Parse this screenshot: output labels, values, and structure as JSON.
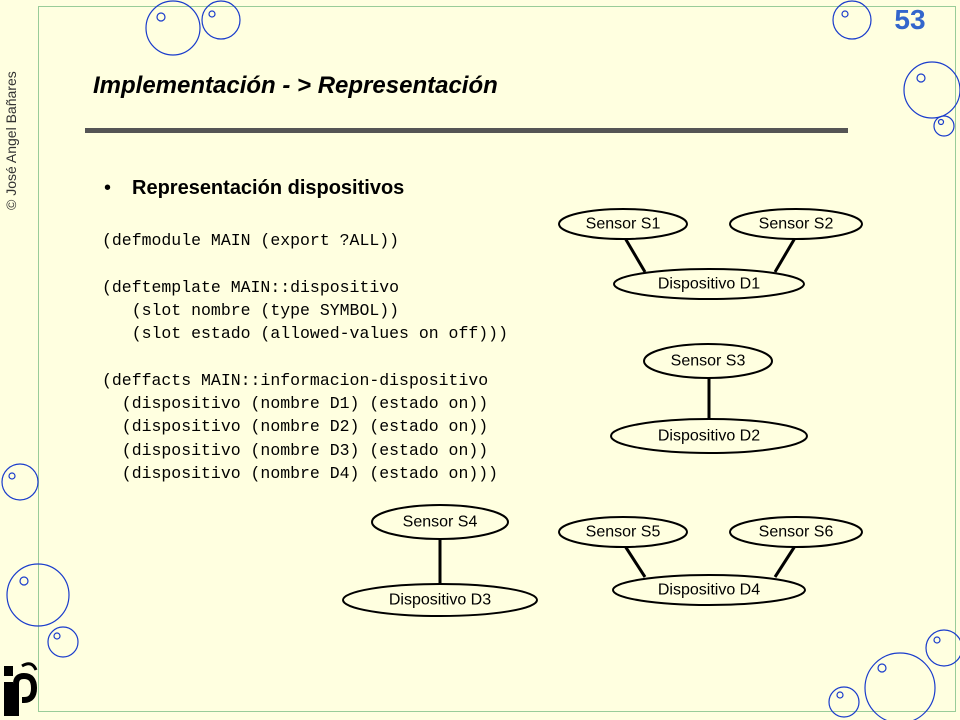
{
  "copyright": "© José Angel Bañares",
  "slide_number": "53",
  "title": "Implementación - > Representación",
  "bullet": "Representación dispositivos",
  "code_lines": [
    "(defmodule MAIN (export ?ALL))",
    "",
    "(deftemplate MAIN::dispositivo",
    "   (slot nombre (type SYMBOL))",
    "   (slot estado (allowed-values on off)))",
    "",
    "(deffacts MAIN::informacion-dispositivo",
    "  (dispositivo (nombre D1) (estado on))",
    "  (dispositivo (nombre D2) (estado on))",
    "  (dispositivo (nombre D3) (estado on))",
    "  (dispositivo (nombre D4) (estado on)))"
  ],
  "diagram": {
    "sensors": {
      "s1": "Sensor S1",
      "s2": "Sensor S2",
      "s3": "Sensor S3",
      "s4": "Sensor S4",
      "s5": "Sensor S5",
      "s6": "Sensor S6"
    },
    "devices": {
      "d1": "Dispositivo D1",
      "d2": "Dispositivo D2",
      "d3": "Dispositivo D3",
      "d4": "Dispositivo D4"
    }
  },
  "colors": {
    "background": "#ffffe0",
    "slide_number": "#3366cc",
    "bubble": "#1a3ccc",
    "node_fill": "#ffffe0",
    "node_stroke": "#000000"
  }
}
